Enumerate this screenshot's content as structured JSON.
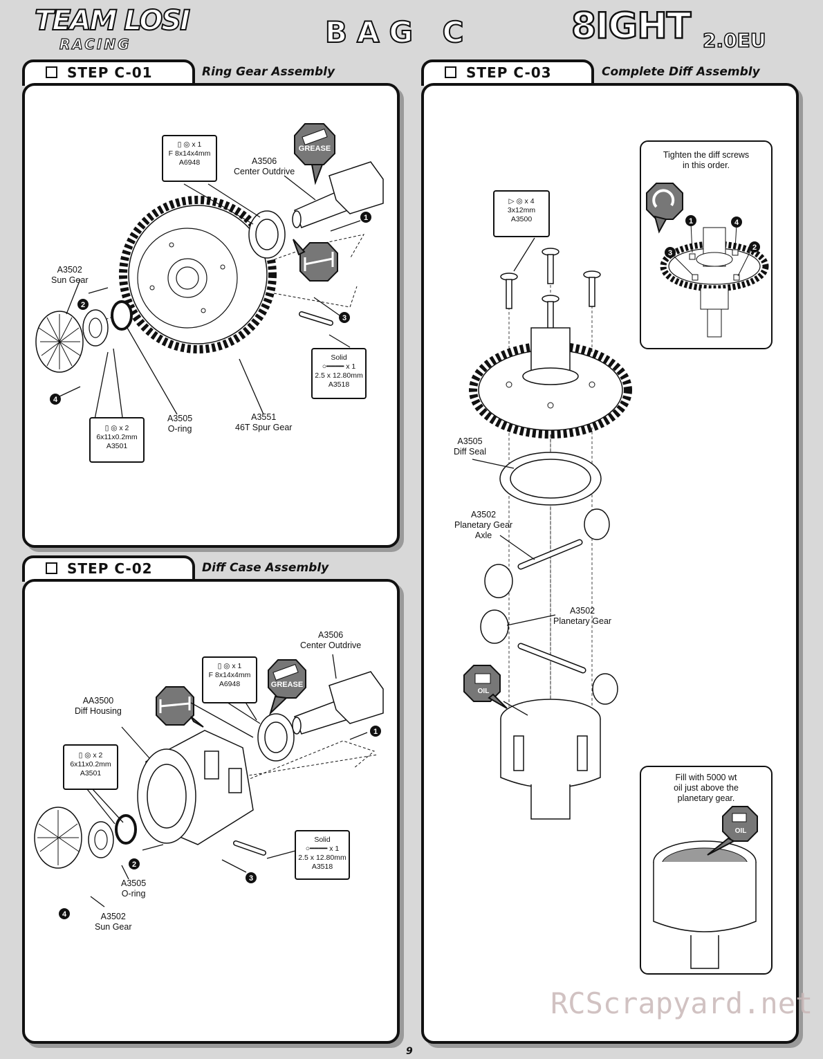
{
  "header": {
    "brand_top": "TEAM LOSI",
    "brand_bottom": "RACING",
    "bag": "BAG C",
    "model": "8IGHT",
    "model_sub": "2.0EU"
  },
  "step_c01": {
    "step": "STEP C-01",
    "title": "Ring Gear Assembly",
    "hw_bearing": {
      "qty": "x 1",
      "size": "F 8x14x4mm",
      "part": "A6948"
    },
    "outdrive": {
      "part": "A3506",
      "name": "Center Outdrive"
    },
    "grease": "GREASE",
    "sun_gear": {
      "part": "A3502",
      "name": "Sun Gear"
    },
    "oring": {
      "part": "A3505",
      "name": "O-ring"
    },
    "spur": {
      "part": "A3551",
      "name": "46T Spur Gear"
    },
    "hw_pin": {
      "type": "Solid",
      "qty": "x 1",
      "size": "2.5 x 12.80mm",
      "part": "A3518"
    },
    "hw_shim": {
      "qty": "x 2",
      "size": "6x11x0.2mm",
      "part": "A3501"
    },
    "callouts": [
      "1",
      "2",
      "3",
      "4"
    ]
  },
  "step_c02": {
    "step": "STEP C-02",
    "title": "Diff Case Assembly",
    "outdrive": {
      "part": "A3506",
      "name": "Center Outdrive"
    },
    "hw_bearing": {
      "qty": "x 1",
      "size": "F 8x14x4mm",
      "part": "A6948"
    },
    "grease": "GREASE",
    "housing": {
      "part": "AA3500",
      "name": "Diff Housing"
    },
    "hw_shim": {
      "qty": "x 2",
      "size": "6x11x0.2mm",
      "part": "A3501"
    },
    "hw_pin": {
      "type": "Solid",
      "qty": "x 1",
      "size": "2.5 x 12.80mm",
      "part": "A3518"
    },
    "oring": {
      "part": "A3505",
      "name": "O-ring"
    },
    "sun_gear": {
      "part": "A3502",
      "name": "Sun Gear"
    },
    "callouts": [
      "1",
      "2",
      "3",
      "4"
    ]
  },
  "step_c03": {
    "step": "STEP C-03",
    "title": "Complete Diff Assembly",
    "tighten_note_1": "Tighten the diff screws",
    "tighten_note_2": "in this order.",
    "hw_screw": {
      "qty": "x 4",
      "size": "3x12mm",
      "part": "A3500"
    },
    "diff_seal": {
      "part": "A3505",
      "name": "Diff Seal"
    },
    "planetary_axle": {
      "part": "A3502",
      "name1": "Planetary Gear",
      "name2": "Axle"
    },
    "planetary_gear": {
      "part": "A3502",
      "name": "Planetary Gear"
    },
    "oil": "OIL",
    "fill_note_1": "Fill with 5000 wt",
    "fill_note_2": "oil just above the",
    "fill_note_3": "planetary gear.",
    "order": [
      "1",
      "2",
      "3",
      "4"
    ]
  },
  "footer": {
    "watermark": "RCScrapyard.net",
    "page": "9"
  }
}
